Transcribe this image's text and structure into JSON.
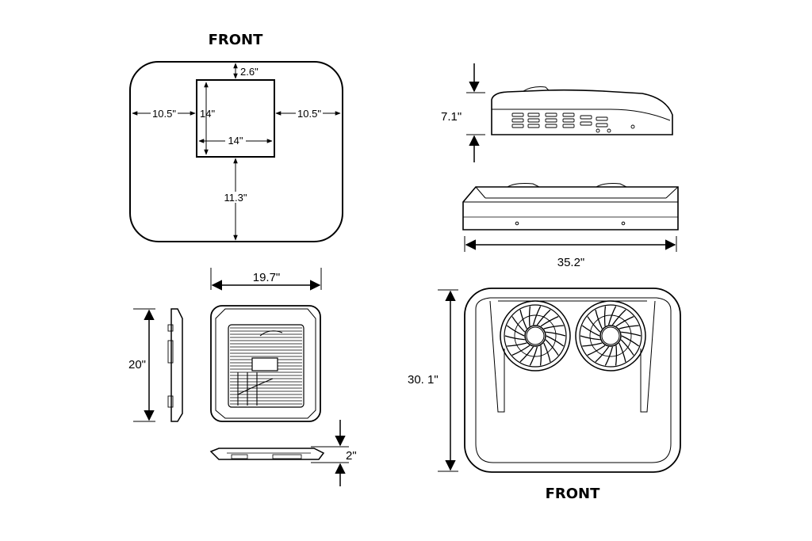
{
  "front_top": "FRONT",
  "front_bottom": "FRONT",
  "dims": {
    "d2_6": "2.6\"",
    "d10_5_left": "10.5\"",
    "d10_5_right": "10.5\"",
    "d14_v": "14\"",
    "d14_h": "14\"",
    "d11_3": "11.3\"",
    "d7_1": "7.1\"",
    "d35_2": "35.2\"",
    "d19_7": "19.7\"",
    "d20": "20\"",
    "d2": "2\"",
    "d30_1": "30. 1\""
  }
}
